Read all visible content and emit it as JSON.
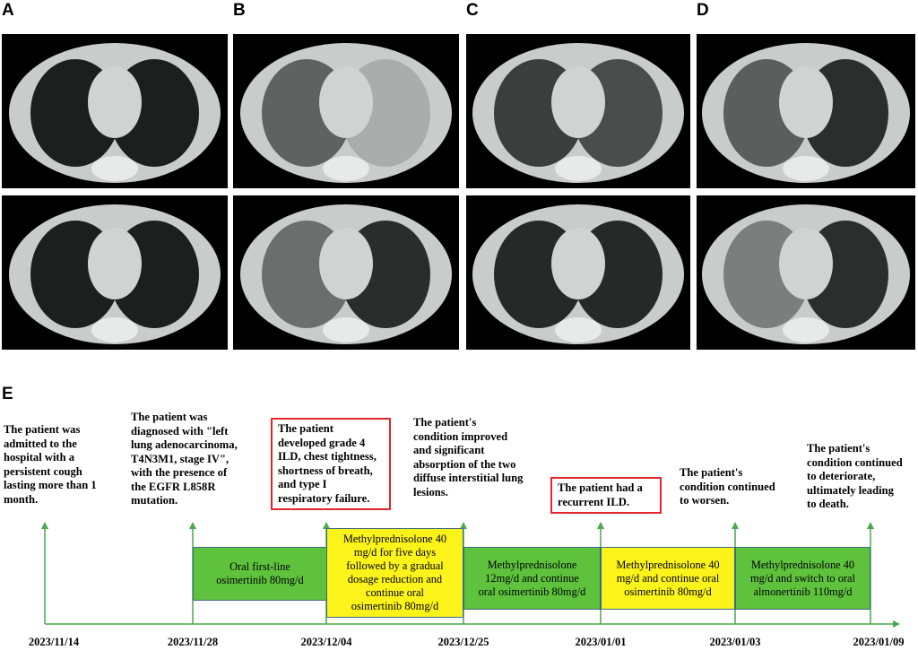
{
  "panels": [
    {
      "label": "A"
    },
    {
      "label": "B"
    },
    {
      "label": "C"
    },
    {
      "label": "D"
    }
  ],
  "timeline": {
    "label": "E",
    "colors": {
      "arrow": "#4aa84f",
      "highlight": "#e3262b",
      "green_box": "#5fc23d",
      "yellow_box": "#fbf31a"
    },
    "dates": [
      "2023/11/14",
      "2023/11/28",
      "2023/12/04",
      "2023/12/25",
      "2023/01/01",
      "2023/01/03",
      "2023/01/09"
    ],
    "events": [
      {
        "text": "The patient was\nadmitted to the\nhospital with a\npersistent cough\nlasting more than 1\nmonth.",
        "highlighted": false
      },
      {
        "text": " The patient was\ndiagnosed with \"left\nlung adenocarcinoma,\nT4N3M1, stage IV\",\nwith the presence of\nthe EGFR L858R\nmutation.",
        "highlighted": false
      },
      {
        "text": "The patient\ndeveloped grade 4\nILD, chest tightness,\nshortness of breath,\nand type I\nrespiratory failure.",
        "highlighted": true
      },
      {
        "text": "The patient's\ncondition improved\nand significant\nabsorption of the two\ndiffuse interstitial lung\nlesions.",
        "highlighted": false
      },
      {
        "text": "The patient had a\nrecurrent ILD.",
        "highlighted": true
      },
      {
        "text": " The patient's\ncondition continued\nto worsen.",
        "highlighted": false
      },
      {
        "text": " The patient's\ncondition continued\nto deteriorate,\nultimately leading\nto death.",
        "highlighted": false
      }
    ],
    "treatments": [
      {
        "text": "Oral first-line\nosimertinib 80mg/d",
        "color": "green"
      },
      {
        "text": "Methylprednisolone 40\nmg/d for five days\nfollowed by a gradual\ndosage reduction and\ncontinue oral\nosimertinib 80mg/d",
        "color": "yellow"
      },
      {
        "text": "Methylprednisolone\n12mg/d and continue\noral osimertinib 80mg/d",
        "color": "green"
      },
      {
        "text": "Methylprednisolone 40\nmg/d and continue oral\nosimertinib 80mg/d",
        "color": "yellow"
      },
      {
        "text": "Methylprednisolone 40\nmg/d and switch to oral\nalmonertinib 110mg/d",
        "color": "green"
      }
    ]
  }
}
